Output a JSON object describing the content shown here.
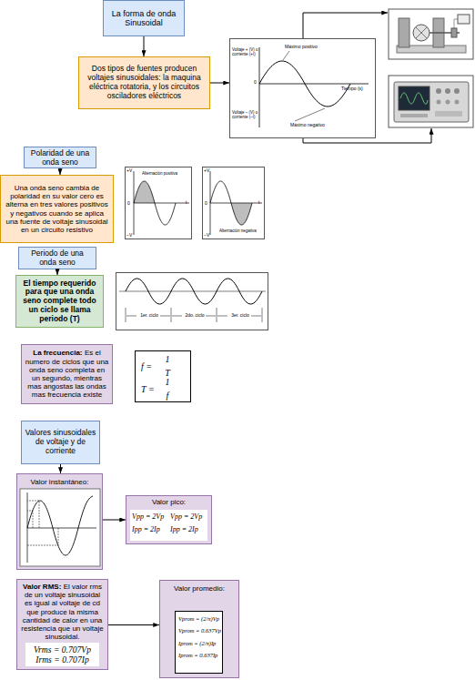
{
  "diagram": {
    "nodes": [
      {
        "text": [
          "La forma de onda Sinusoidal"
        ]
      },
      {
        "text": [
          "Dos tipos de fuentes producen voltajes sinusoidales: la maquina eléctrica rotatoria, y los circuitos osciladores eléctricos"
        ]
      },
      {
        "text": [
          "Voltaje + (V) o corriente (+I)",
          "Máximo positivo",
          "0",
          "Tiempo (s)",
          "Voltaje – (V) o corriente (–I)",
          "Máximo negativo"
        ]
      },
      {
        "text": [
          "Polaridad de una onda seno"
        ]
      },
      {
        "text": [
          "Una onda seno cambia de polaridad en su valor cero es alterna en tres valores positivos y negativos cuando se aplica una fuente de voltaje sinusoidal en un circuito resistivo"
        ]
      },
      {
        "text": [
          "+V",
          "Alternación positiva",
          "0",
          "t",
          "−V"
        ]
      },
      {
        "text": [
          "+V",
          "0",
          "t",
          "−V",
          "Alternación negativa"
        ]
      },
      {
        "text": [
          "Periodo de una onda seno"
        ]
      },
      {
        "text": [
          "El tiempo requerido para que una onda seno complete todo un ciclo se llama periodo (T)"
        ]
      },
      {
        "text": [
          "1er. ciclo",
          "2do. ciclo",
          "3er. ciclo"
        ]
      },
      {
        "text": [
          "La frecuencia:",
          "Es el numero de ciclos que una onda seno completa en un segundo, mientras mas angostas las ondas mas frecuencia existe"
        ]
      },
      {
        "text": [
          "f =",
          "1",
          "T",
          "T =",
          "1",
          "f"
        ]
      },
      {
        "text": [
          "Valores sinusoidales de voltaje y de corriente"
        ]
      },
      {
        "text": [
          "Valor instantáneo:"
        ]
      },
      {
        "text": [
          "Valor pico:",
          "Vpp = 2Vp",
          "Vpp = 2Vp",
          "Ipp = 2Ip",
          "Ipp = 2Ip"
        ]
      },
      {
        "text": [
          "Valor RMS:",
          "El valor rms de un voltaje sinusoidal es igual al voltaje de cd que produce la misma cantidad de calor en una resistencia que un voltaje sinusoidal.",
          "Vrms = 0.707Vp",
          "Irms = 0.707Ip"
        ]
      },
      {
        "text": [
          "Valor promedio:"
        ]
      },
      {
        "text": [
          "Vprom = (2/π)Vp",
          "Vprom = 0.637Vp",
          "Iprom = (2/π)Ip",
          "Iprom = 0.637Ip"
        ],
        "in": 16
      }
    ],
    "edges": [
      {
        "from": 0,
        "to": 1,
        "arrow": "to"
      },
      {
        "from": 1,
        "to": 2,
        "arrow": "to"
      },
      {
        "from": 3,
        "to": 4,
        "arrow": "to"
      },
      {
        "from": 7,
        "to": 8,
        "arrow": "to"
      },
      {
        "from": 12,
        "to": 13,
        "arrow": "to"
      },
      {
        "from": 13,
        "to": 14,
        "arrow": "to"
      },
      {
        "from": 15,
        "to": 16,
        "arrow": "to"
      }
    ]
  }
}
